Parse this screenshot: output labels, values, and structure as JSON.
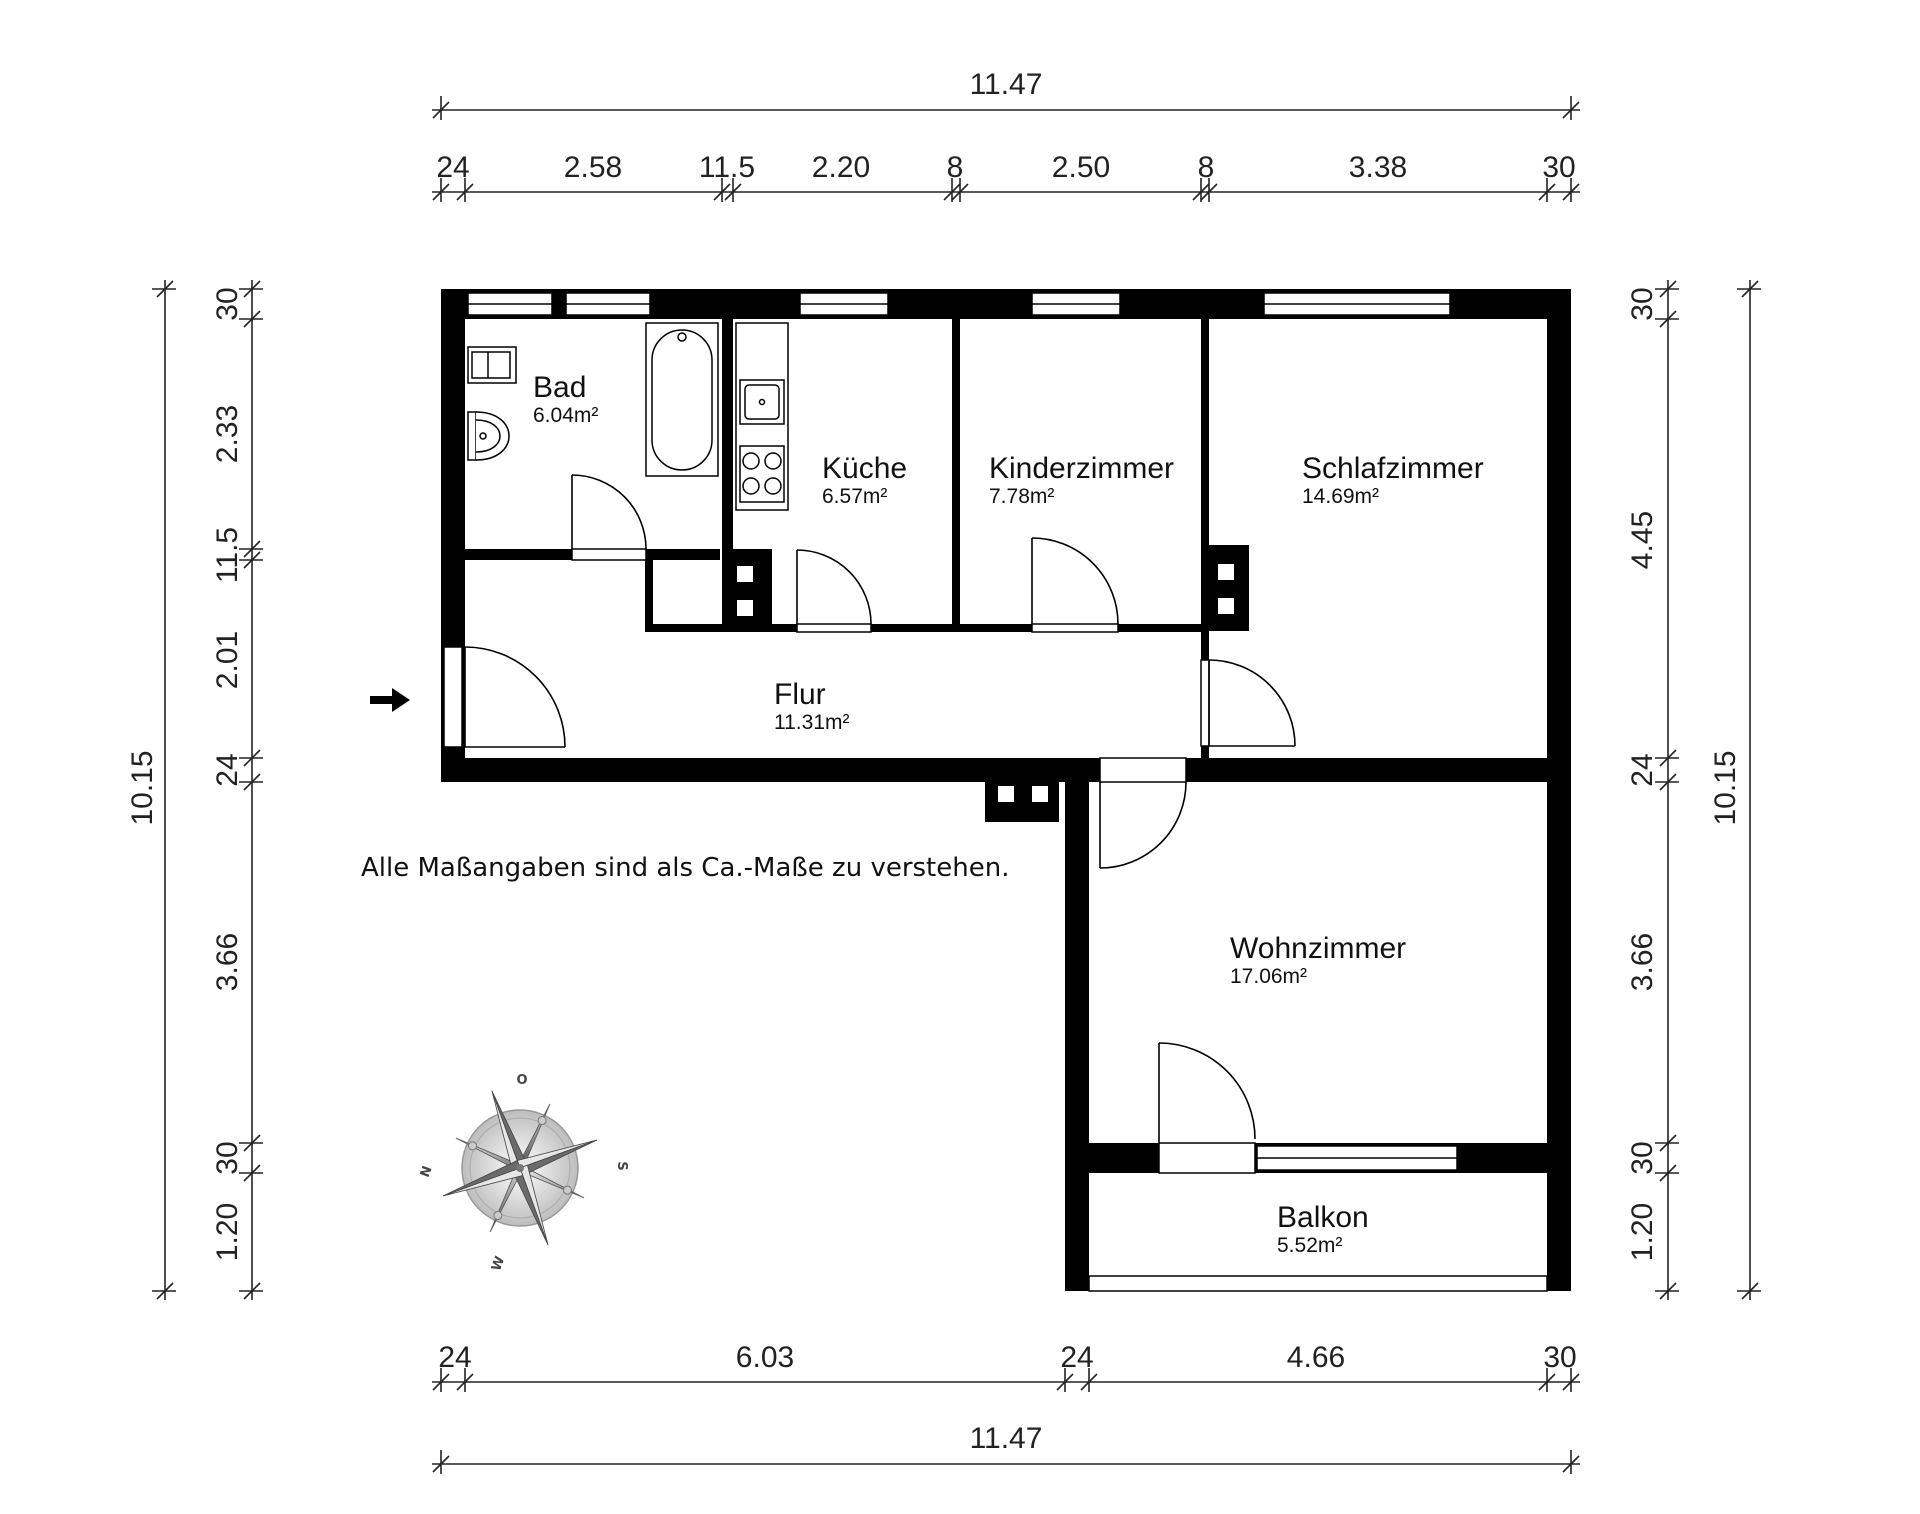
{
  "dimensions": {
    "top_total": "11.47",
    "top_segments": [
      "24",
      "2.58",
      "11.5",
      "2.20",
      "8",
      "2.50",
      "8",
      "3.38",
      "30"
    ],
    "bottom_total": "11.47",
    "bottom_segments": [
      "24",
      "6.03",
      "24",
      "4.66",
      "30"
    ],
    "left_total": "10.15",
    "left_segments": [
      "30",
      "2.33",
      "11.5",
      "2.01",
      "24",
      "3.66",
      "30",
      "1.20"
    ],
    "right_total": "10.15",
    "right_segments": [
      "30",
      "4.45",
      "24",
      "3.66",
      "30",
      "1.20"
    ]
  },
  "rooms": [
    {
      "name": "Bad",
      "area": "6.04m²"
    },
    {
      "name": "Küche",
      "area": "6.57m²"
    },
    {
      "name": "Kinderzimmer",
      "area": "7.78m²"
    },
    {
      "name": "Schlafzimmer",
      "area": "14.69m²"
    },
    {
      "name": "Flur",
      "area": "11.31m²"
    },
    {
      "name": "Wohnzimmer",
      "area": "17.06m²"
    },
    {
      "name": "Balkon",
      "area": "5.52m²"
    }
  ],
  "note": "Alle Maßangaben sind als Ca.-Maße zu verstehen.",
  "compass": {
    "letters": [
      "O",
      "S",
      "W",
      "N"
    ]
  },
  "icons": [
    "entrance-arrow-icon",
    "compass-rose-icon",
    "toilet-icon",
    "sink-icon",
    "bathtub-icon",
    "stove-icon"
  ]
}
